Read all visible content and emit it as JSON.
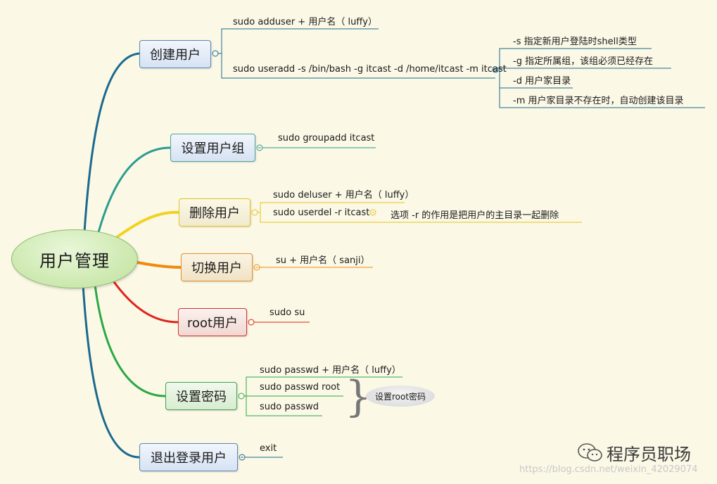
{
  "center": {
    "label": "用户管理"
  },
  "branches": [
    {
      "label": "创建用户",
      "color": "#1a6a8e",
      "leaves": [
        "sudo adduser + 用户名（ luffy）",
        "sudo useradd -s /bin/bash -g itcast -d /home/itcast -m itcast"
      ],
      "sub_options": [
        "-s 指定新用户登陆时shell类型",
        "-g 指定所属组，该组必须已经存在",
        "-d 用户家目录",
        "-m 用户家目录不存在时，自动创建该目录"
      ]
    },
    {
      "label": "设置用户组",
      "color": "#2a9d8f",
      "leaves": [
        "sudo groupadd itcast"
      ]
    },
    {
      "label": "删除用户",
      "color": "#f2d21f",
      "leaves": [
        "sudo deluser + 用户名（ luffy）",
        "sudo userdel -r itcast"
      ],
      "note": "选项 -r 的作用是把用户的主目录一起删除"
    },
    {
      "label": "切换用户",
      "color": "#ef8a12",
      "leaves": [
        "su + 用户名（ sanji）"
      ]
    },
    {
      "label": "root用户",
      "color": "#e0231c",
      "leaves": [
        "sudo su"
      ]
    },
    {
      "label": "设置密码",
      "color": "#2aa845",
      "leaves": [
        "sudo passwd + 用户名（ luffy）",
        "sudo passwd root",
        "sudo passwd"
      ],
      "callout": "设置root密码"
    },
    {
      "label": "退出登录用户",
      "color": "#1a6a8e",
      "leaves": [
        "exit"
      ]
    }
  ],
  "watermark": {
    "brand": "程序员职场",
    "url": "https://blog.csdn.net/weixin_42029074"
  }
}
